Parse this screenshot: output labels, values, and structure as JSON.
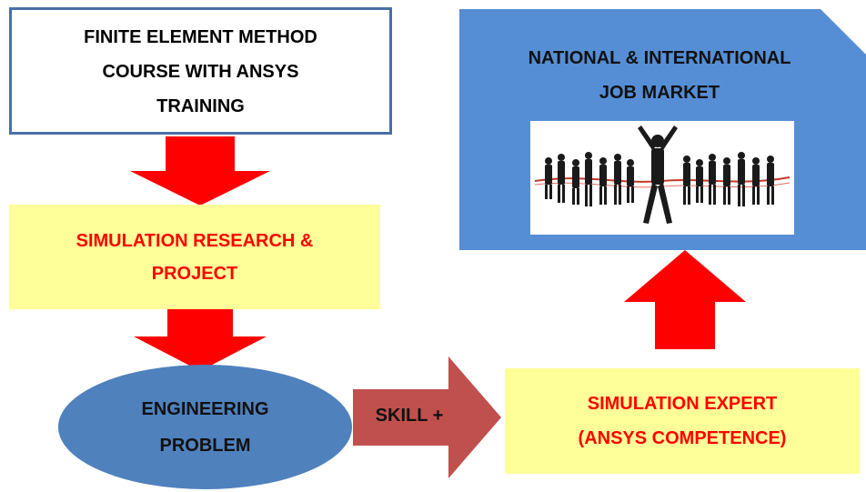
{
  "fem_box": {
    "text": "FINITE ELEMENT METHOD\nCOURSE WITH ANSYS\nTRAINING"
  },
  "simulation_research": {
    "text": "SIMULATION RESEARCH &\nPROJECT"
  },
  "engineering_problem": {
    "text": "ENGINEERING\nPROBLEM"
  },
  "skill_arrow": {
    "label": "SKILL +"
  },
  "simulation_expert": {
    "text": "SIMULATION EXPERT\n(ANSYS COMPETENCE)"
  },
  "job_market": {
    "title": "NATIONAL & INTERNATIONAL\nJOB MARKET"
  },
  "colors": {
    "red_arrow": "#ff0000",
    "skill_arrow": "#c0504d",
    "job_market_fill": "#558ed5",
    "ellipse_fill": "#4f81bd",
    "yellow_box": "#ffff99",
    "red_text": "#ff0000",
    "border_blue": "#4a6fa5"
  },
  "icons": {
    "job_image": "business-people-crowd-finish-line-icon"
  }
}
